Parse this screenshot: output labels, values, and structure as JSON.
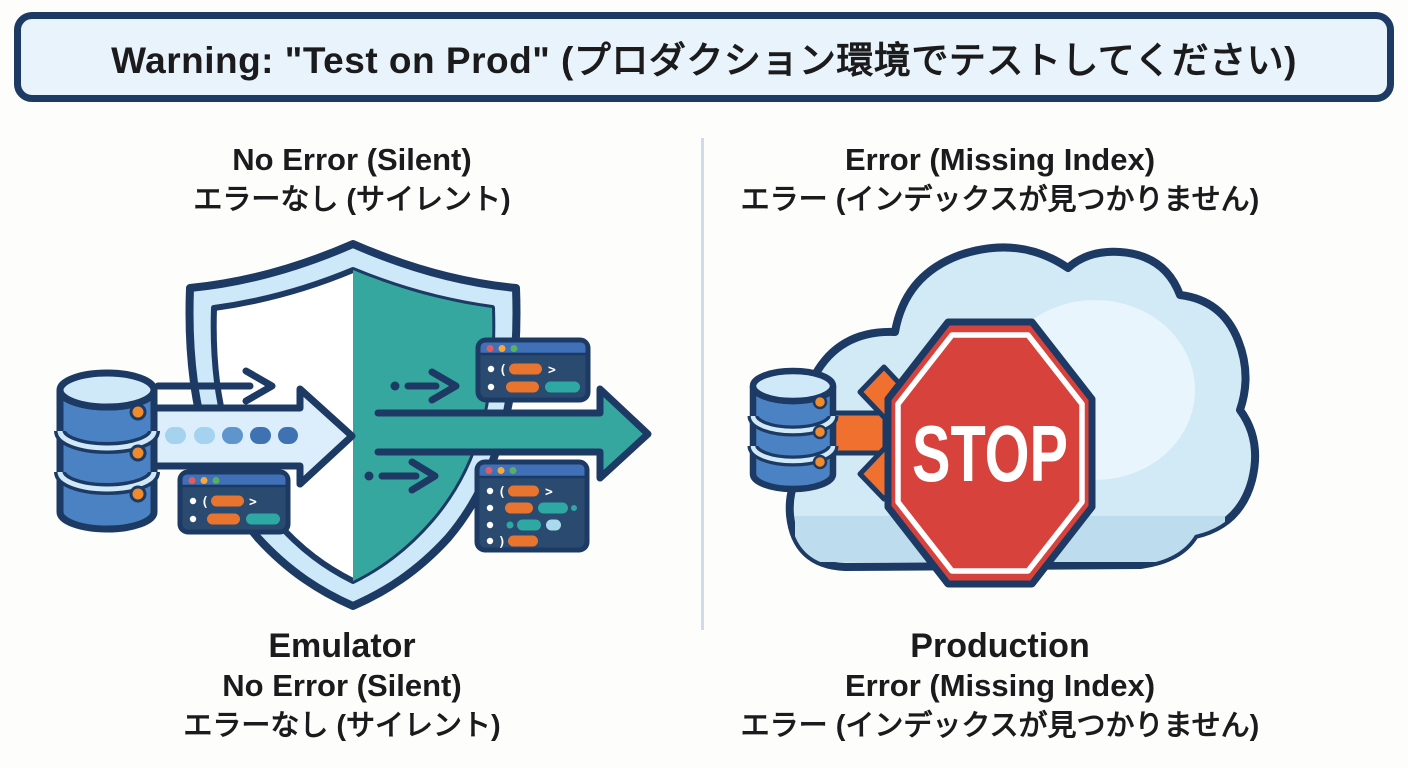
{
  "banner": {
    "text": "Warning: \"Test on Prod\" (プロダクション環境でテストしてください)"
  },
  "left_panel": {
    "top_caption": {
      "line1": "No Error (Silent)",
      "line2": "エラーなし (サイレント)"
    },
    "bottom_caption": {
      "line1": "Emulator",
      "line2": "No Error (Silent)",
      "line3": "エラーなし (サイレント)"
    },
    "icons": [
      "database-icon",
      "data-flow-arrow-icon",
      "shield-icon",
      "code-window-icon",
      "motion-arrow-icon"
    ]
  },
  "right_panel": {
    "top_caption": {
      "line1": "Error (Missing Index)",
      "line2": "エラー (インデックスが見つかりません)"
    },
    "bottom_caption": {
      "line1": "Production",
      "line2": "Error (Missing Index)",
      "line3": "エラー (インデックスが見つかりません)"
    },
    "stop_sign_text": "STOP",
    "icons": [
      "database-icon",
      "blocked-arrow-icon",
      "cloud-icon",
      "stop-sign-icon"
    ]
  },
  "colors": {
    "navy": "#1c3a63",
    "banner_bg": "#e9f3fb",
    "page_bg": "#fdfdfc",
    "divider": "#ccdde9",
    "text": "#1b1b1d",
    "shield_band": "#cde8f8",
    "teal": "#36a79f",
    "arrow_light": "#dceefb",
    "dash_light": "#a5d2ef",
    "dash_mid": "#5f94cd",
    "dash_dark": "#3f72b2",
    "db_blue": "#4b82c4",
    "db_light": "#cfe9f8",
    "db_dot": "#f08a2a",
    "orange": "#f07030",
    "red": "#d8423c",
    "cloud": "#d2e9f6",
    "cloud_highlight": "#e8f5fc",
    "cloud_shade": "#bddcee",
    "code_bg": "#2b4a70",
    "code_bar": "#4070b8",
    "dot_red": "#e05d5d",
    "dot_yellow": "#f3a93c",
    "dot_green": "#56b262",
    "code_orange": "#e9742e",
    "code_teal": "#2ea8a2",
    "code_blue": "#a9d9ec",
    "white": "#ffffff"
  }
}
